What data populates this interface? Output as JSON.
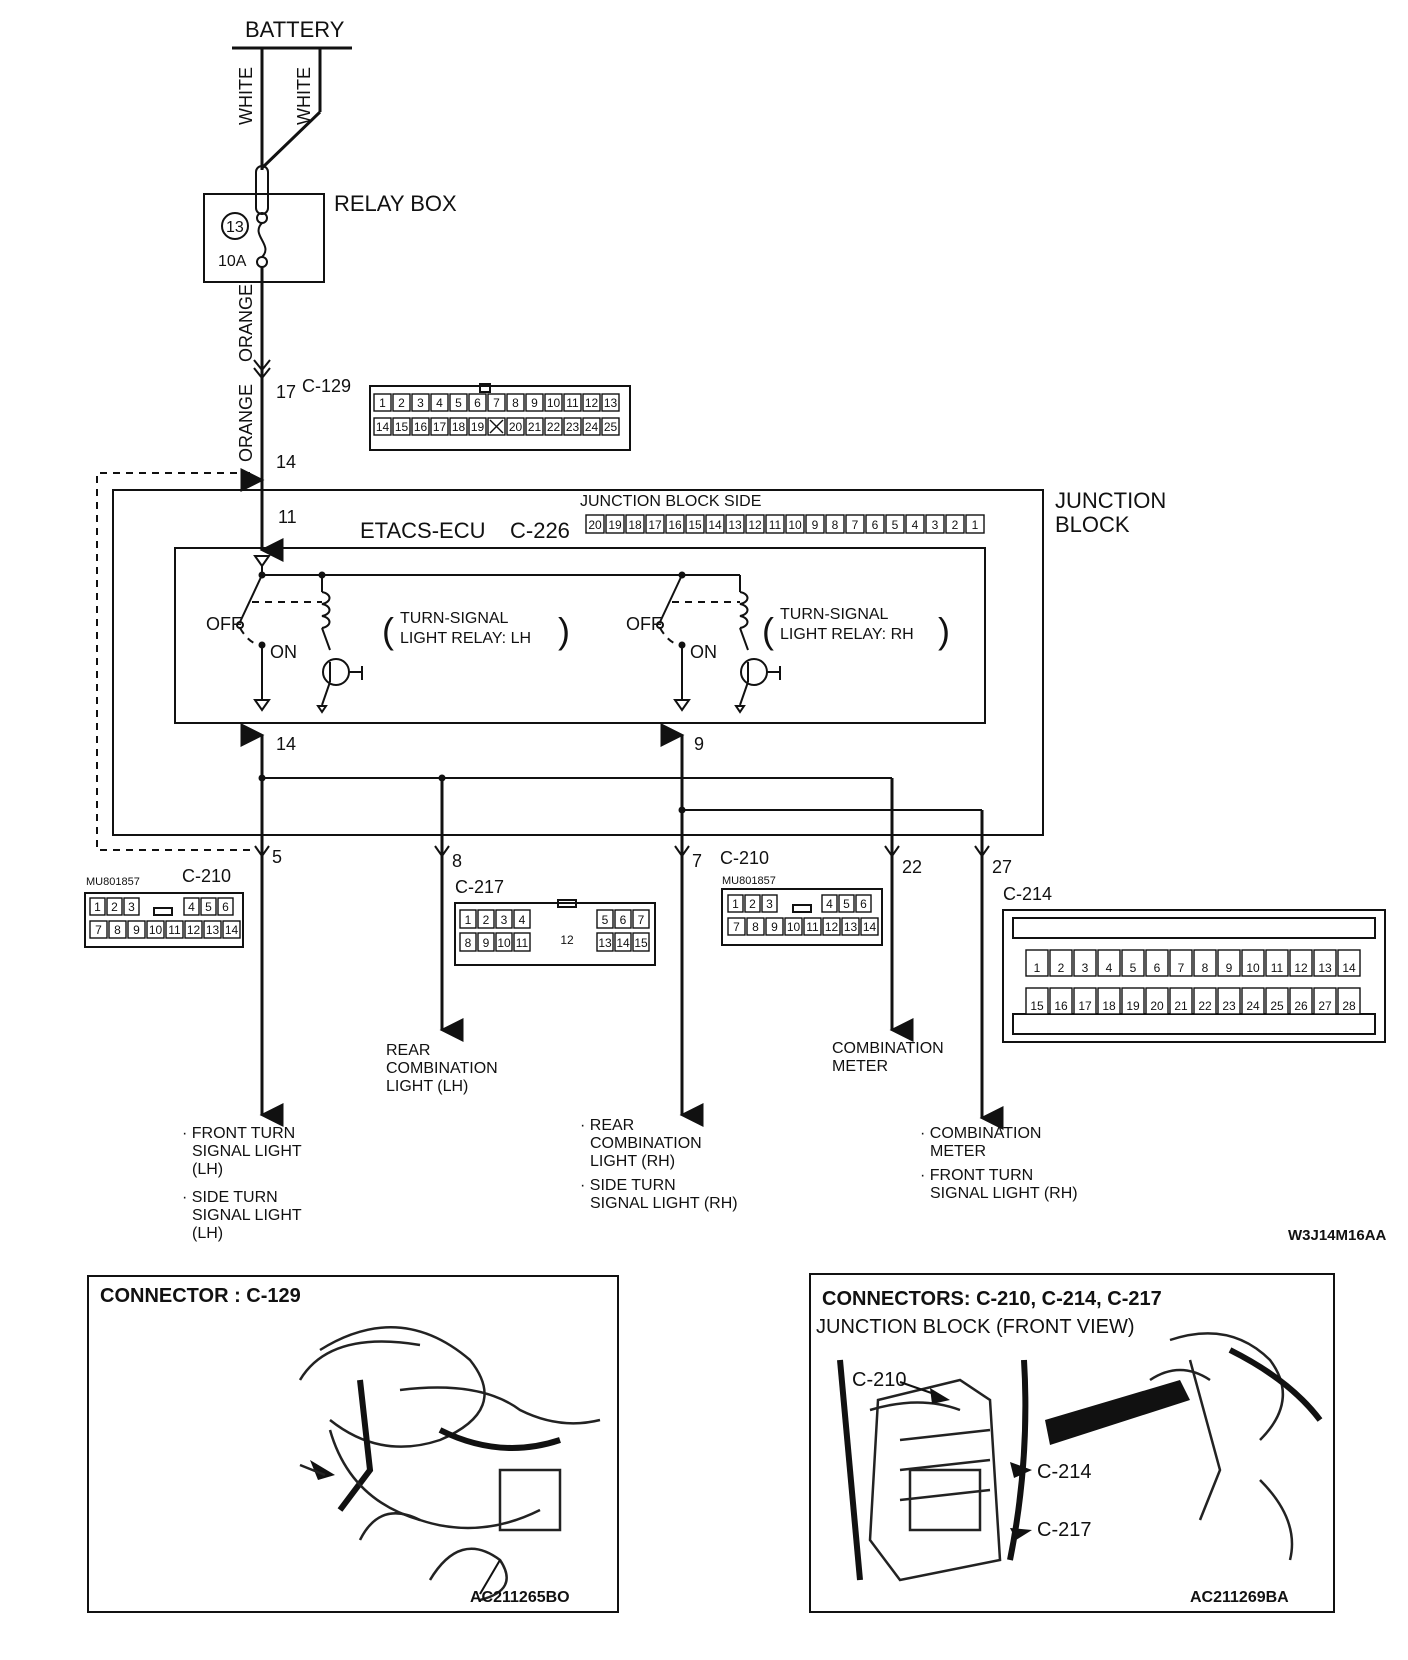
{
  "labels": {
    "battery": "BATTERY",
    "white1": "WHITE",
    "white2": "WHITE",
    "relay_box": "RELAY BOX",
    "fuse_no": "13",
    "fuse_rating": "10A",
    "orange1": "ORANGE",
    "orange2": "ORANGE",
    "pin_17": "17",
    "c129": "C-129",
    "pin_14_top": "14",
    "junction_block_l1": "JUNCTION",
    "junction_block_l2": "BLOCK",
    "jb_side": "JUNCTION BLOCK SIDE",
    "pin_11": "11",
    "etacs": "ETACS-ECU",
    "c226": "C-226",
    "off_l": "OFF",
    "on_l": "ON",
    "relay_lh_1": "TURN-SIGNAL",
    "relay_lh_2": "LIGHT RELAY: LH",
    "off_r": "OFF",
    "on_r": "ON",
    "relay_rh_1": "TURN-SIGNAL",
    "relay_rh_2": "LIGHT RELAY: RH",
    "pin_14_bot": "14",
    "pin_9": "9",
    "pin_5": "5",
    "pin_8": "8",
    "pin_7": "7",
    "pin_22": "22",
    "pin_27": "27",
    "c210_l": "C-210",
    "mu_l": "MU801857",
    "c217": "C-217",
    "c210_r": "C-210",
    "mu_r": "MU801857",
    "c214": "C-214",
    "dest_rear_lh_1": "REAR",
    "dest_rear_lh_2": "COMBINATION",
    "dest_rear_lh_3": "LIGHT (LH)",
    "dest_meter_1": "COMBINATION",
    "dest_meter_2": "METER",
    "dest_front_lh_1": "· FRONT TURN",
    "dest_front_lh_2": "SIGNAL LIGHT",
    "dest_front_lh_3": "(LH)",
    "dest_side_lh_1": "· SIDE TURN",
    "dest_side_lh_2": "SIGNAL LIGHT",
    "dest_side_lh_3": "(LH)",
    "dest_rear_rh_1": "· REAR",
    "dest_rear_rh_2": "COMBINATION",
    "dest_rear_rh_3": "LIGHT (RH)",
    "dest_side_rh_1": "· SIDE TURN",
    "dest_side_rh_2": "SIGNAL LIGHT (RH)",
    "dest_cm_1": "· COMBINATION",
    "dest_cm_2": "METER",
    "dest_front_rh_1": "· FRONT TURN",
    "dest_front_rh_2": "SIGNAL LIGHT (RH)",
    "fig_code": "W3J14M16AA"
  },
  "connectors": {
    "c129_row1": [
      "1",
      "2",
      "3",
      "4",
      "5",
      "6",
      "7",
      "8",
      "9",
      "10",
      "11",
      "12",
      "13"
    ],
    "c129_row2": [
      "14",
      "15",
      "16",
      "17",
      "18",
      "19",
      "",
      "20",
      "21",
      "22",
      "23",
      "24",
      "25"
    ],
    "c226_row": [
      "20",
      "19",
      "18",
      "17",
      "16",
      "15",
      "14",
      "13",
      "12",
      "11",
      "10",
      "9",
      "8",
      "7",
      "6",
      "5",
      "4",
      "3",
      "2",
      "1"
    ],
    "c210_row1": [
      "1",
      "2",
      "3",
      "4",
      "5",
      "6"
    ],
    "c210_row2": [
      "7",
      "8",
      "9",
      "10",
      "11",
      "12",
      "13",
      "14"
    ],
    "c217_row1": [
      "1",
      "2",
      "3",
      "4",
      "5",
      "6",
      "7"
    ],
    "c217_row2": [
      "8",
      "9",
      "10",
      "11",
      "13",
      "14",
      "15"
    ],
    "c217_mid": "12",
    "c214_row1": [
      "1",
      "2",
      "3",
      "4",
      "5",
      "6",
      "7",
      "8",
      "9",
      "10",
      "11",
      "12",
      "13",
      "14"
    ],
    "c214_row2": [
      "15",
      "16",
      "17",
      "18",
      "19",
      "20",
      "21",
      "22",
      "23",
      "24",
      "25",
      "26",
      "27",
      "28"
    ]
  },
  "panels": {
    "left_title": "CONNECTOR : C-129",
    "left_code": "AC211265BO",
    "right_title": "CONNECTORS: C-210, C-214, C-217",
    "right_sub": "JUNCTION BLOCK (FRONT VIEW)",
    "right_c210": "C-210",
    "right_c214": "C-214",
    "right_c217": "C-217",
    "right_code": "AC211269BA"
  }
}
